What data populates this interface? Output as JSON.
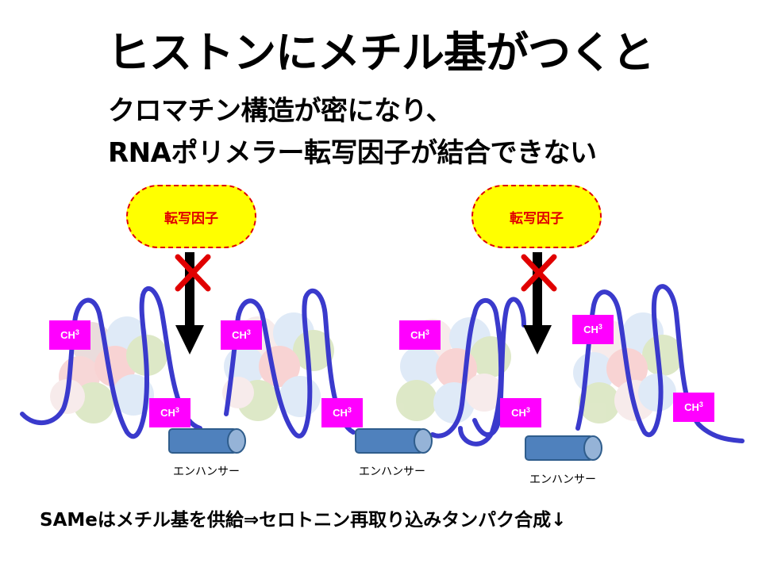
{
  "title": "ヒストンにメチル基がつくと",
  "subtitle_line1": "クロマチン構造が密になり、",
  "subtitle_line2": "RNAポリメラー転写因子が結合できない",
  "transcription_factor_label": "転写因子",
  "ch3_label": "CH",
  "ch3_superscript": "3",
  "enhancer_label": "エンハンサー",
  "footer": "SAMeはメチル基を供給⇒セロトニン再取り込みタンパク合成↓",
  "colors": {
    "ch3_box": "#ff00ff",
    "factor_fill": "#ffff00",
    "factor_border": "#e00000",
    "dna_strand": "#3a3acc",
    "enhancer": "#4f81bd",
    "block_x": "#e00000"
  }
}
